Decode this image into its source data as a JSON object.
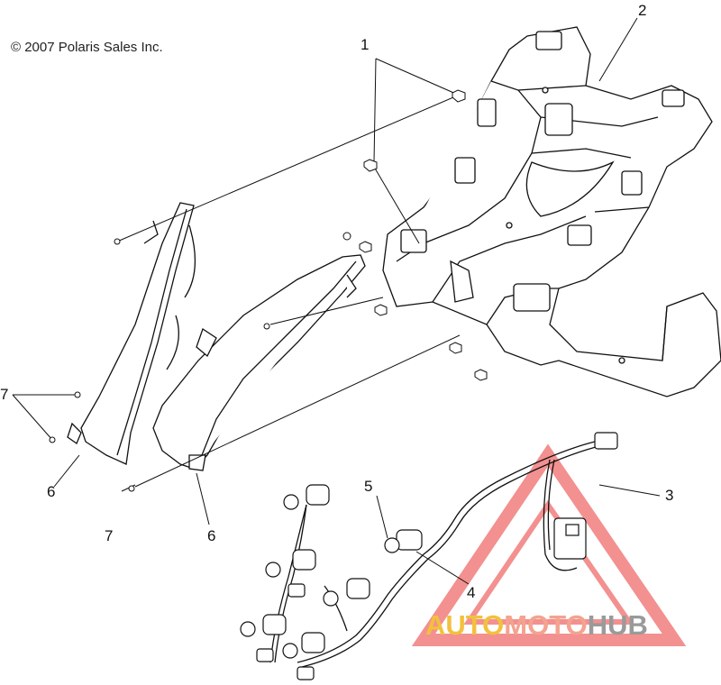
{
  "copyright": "© 2007 Polaris Sales Inc.",
  "callouts": [
    {
      "id": "c1",
      "text": "1"
    },
    {
      "id": "c2",
      "text": "2"
    },
    {
      "id": "c3",
      "text": "3"
    },
    {
      "id": "c4",
      "text": "4"
    },
    {
      "id": "c5",
      "text": "5"
    },
    {
      "id": "c6a",
      "text": "6"
    },
    {
      "id": "c6b",
      "text": "6"
    },
    {
      "id": "c7a",
      "text": "7"
    },
    {
      "id": "c7b",
      "text": "7"
    }
  ],
  "watermark": {
    "part1": "AUTO",
    "part2": "MOTO",
    "part3": "HUB",
    "colors": {
      "part1": "#f2c13c",
      "part2": "#f3a38f",
      "part3": "#9a9a9a",
      "triangle": "#ef6b6b"
    }
  },
  "colors": {
    "line": "#111111",
    "fill": "#ffffff"
  }
}
